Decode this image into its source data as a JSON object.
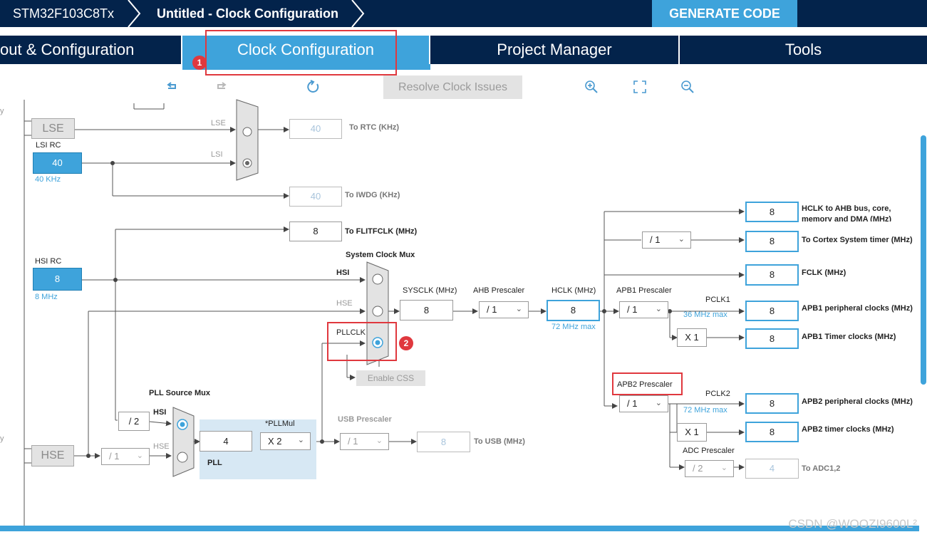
{
  "breadcrumb": {
    "chip": "STM32F103C8Tx",
    "page": "Untitled - Clock Configuration"
  },
  "actions": {
    "generate": "GENERATE CODE"
  },
  "tabs": [
    {
      "label": "out & Configuration"
    },
    {
      "label": "Clock Configuration",
      "active": true
    },
    {
      "label": "Project Manager"
    },
    {
      "label": "Tools"
    }
  ],
  "toolbar": {
    "resolve": "Resolve Clock Issues",
    "icons": [
      "undo-icon",
      "redo-icon",
      "refresh-icon",
      "zoom-in-icon",
      "fit-icon",
      "zoom-out-icon"
    ]
  },
  "annotations": {
    "badge1": "1",
    "badge2": "2"
  },
  "diagram": {
    "lse": "LSE",
    "lsi_rc": "LSI RC",
    "lsi_value": "40",
    "lsi_freq": "40 KHz",
    "rtc_mux_lse": "LSE",
    "rtc_mux_lsi": "LSI",
    "rtc_value": "40",
    "rtc_label": "To RTC (KHz)",
    "iwdg_value": "40",
    "iwdg_label": "To IWDG (KHz)",
    "flitf_value": "8",
    "flitf_label": "To FLITFCLK (MHz)",
    "hsi_rc": "HSI RC",
    "hsi_value": "8",
    "hsi_freq": "8 MHz",
    "sys_mux_title": "System Clock Mux",
    "sys_mux_hsi": "HSI",
    "sys_mux_hse": "HSE",
    "sys_mux_pll": "PLLCLK",
    "enable_css": "Enable CSS",
    "sysclk_label": "SYSCLK (MHz)",
    "sysclk_value": "8",
    "ahb_label": "AHB Prescaler",
    "ahb_value": "/ 1",
    "hclk_label": "HCLK (MHz)",
    "hclk_value": "8",
    "hclk_max": "72 MHz max",
    "apb1_label": "APB1 Prescaler",
    "apb1_value": "/ 1",
    "pclk1": "PCLK1",
    "pclk1_max": "36 MHz max",
    "apb1_timer_mul": "X 1",
    "apb2_label": "APB2 Prescaler",
    "apb2_value": "/ 1",
    "pclk2": "PCLK2",
    "pclk2_max": "72 MHz max",
    "apb2_timer_mul": "X 1",
    "adc_label": "ADC Prescaler",
    "adc_value": "/ 2",
    "cortex_div": "/ 1",
    "outputs": [
      {
        "value": "8",
        "label": "HCLK to AHB bus, core,",
        "label2": "memory and DMA (MHz)"
      },
      {
        "value": "8",
        "label": "To Cortex System timer (MHz)"
      },
      {
        "value": "8",
        "label": "FCLK (MHz)"
      },
      {
        "value": "8",
        "label": "APB1 peripheral clocks (MHz)"
      },
      {
        "value": "8",
        "label": "APB1 Timer clocks (MHz)"
      },
      {
        "value": "8",
        "label": "APB2 peripheral clocks (MHz)"
      },
      {
        "value": "8",
        "label": "APB2 timer clocks (MHz)"
      },
      {
        "value": "4",
        "label": "To ADC1,2"
      }
    ],
    "pll_src_title": "PLL Source Mux",
    "pll_src_hsi": "HSI",
    "pll_src_hse": "HSE",
    "hsi_div": "/ 2",
    "hse": "HSE",
    "hse_div": "/ 1",
    "pll_value": "4",
    "pll_mul_label": "*PLLMul",
    "pll_mul_value": "X 2",
    "pll_label": "PLL",
    "usb_label": "USB Prescaler",
    "usb_value": "/ 1",
    "usb_out": "8",
    "usb_out_label": "To USB (MHz)",
    "cut_y1": "y",
    "cut_y2": "y"
  },
  "watermark": "CSDN @WOOZI9600L²",
  "colors": {
    "navy": "#03234b",
    "accent": "#3ea3db",
    "highlight": "#e0383e"
  }
}
